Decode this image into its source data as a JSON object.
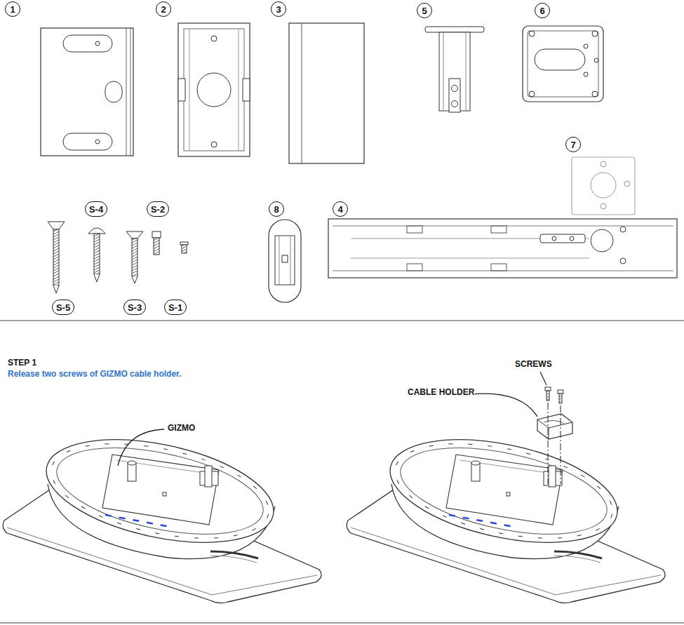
{
  "diagram": {
    "nodes": [
      {
        "text": [
          "1"
        ]
      },
      {
        "text": [
          "2"
        ]
      },
      {
        "text": [
          "3"
        ]
      },
      {
        "text": [
          "5"
        ]
      },
      {
        "text": [
          "6"
        ]
      },
      {
        "text": [
          "7"
        ]
      },
      {
        "text": [
          "S-4"
        ]
      },
      {
        "text": [
          "S-2"
        ]
      },
      {
        "text": [
          "8"
        ]
      },
      {
        "text": [
          "4"
        ]
      },
      {
        "text": [
          "S-5"
        ]
      },
      {
        "text": [
          "S-3"
        ]
      },
      {
        "text": [
          "S-1"
        ]
      }
    ],
    "labels": [
      "STEP 1",
      "Release two screws of GIZMO cable holder.",
      "GIZMO",
      "SCREWS",
      "CABLE HOLDER"
    ]
  }
}
